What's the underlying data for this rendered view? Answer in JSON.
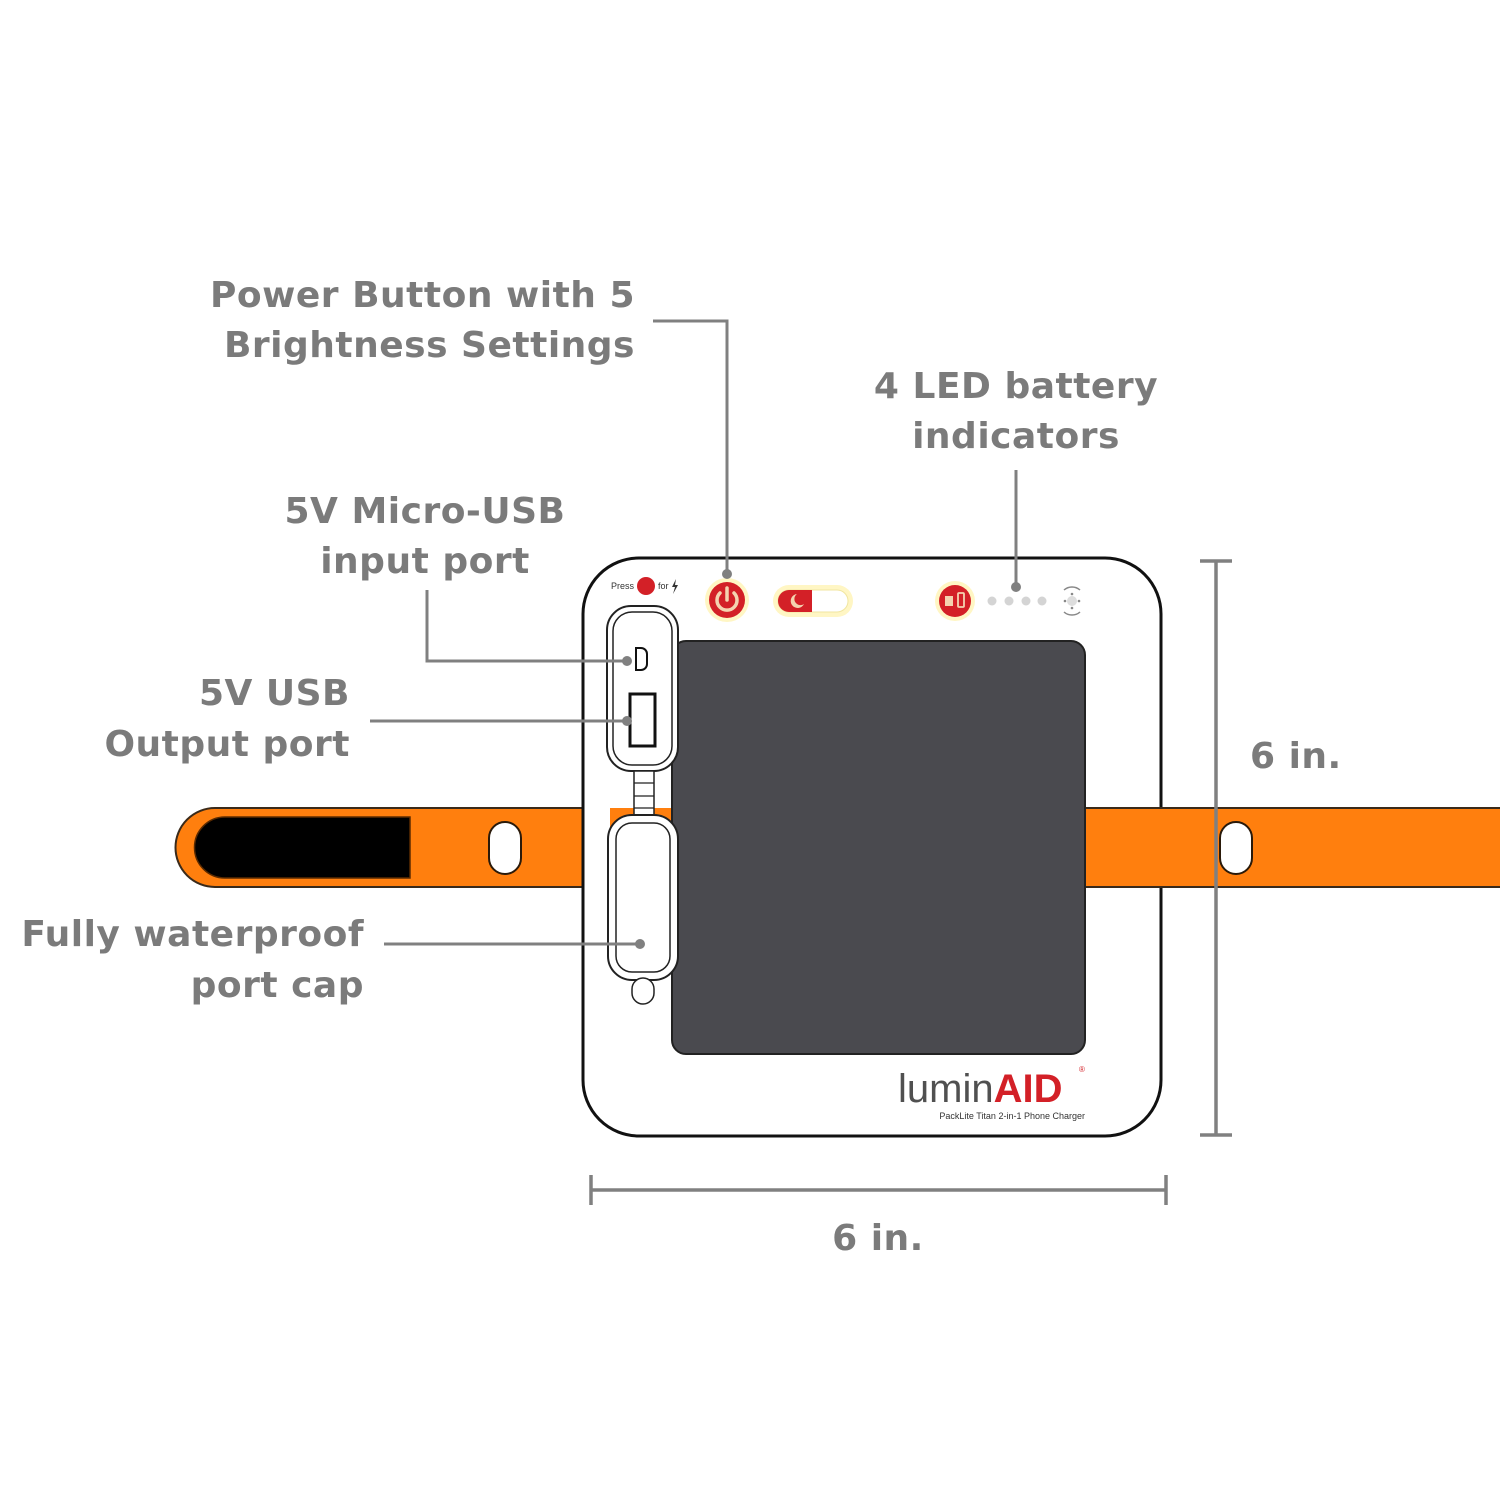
{
  "callouts": {
    "power_button": {
      "line1": "Power Button with 5",
      "line2": "Brightness Settings"
    },
    "battery_leds": {
      "line1": "4 LED battery",
      "line2": "indicators"
    },
    "micro_usb": {
      "line1": "5V Micro-USB",
      "line2": "input port"
    },
    "usb_output": {
      "line1": "5V USB",
      "line2": "Output port"
    },
    "port_cap": {
      "line1": "Fully waterproof",
      "line2": "port cap"
    }
  },
  "dimensions": {
    "height": "6 in.",
    "width": "6 in."
  },
  "device": {
    "brand_light": "lumin",
    "brand_bold": "AID",
    "registered": "®",
    "model": "PackLite Titan 2-in-1 Phone Charger",
    "press_hint_prefix": "Press",
    "press_hint_suffix": "for",
    "battery_led_count": 4
  },
  "colors": {
    "strap": "#ff7f0e",
    "accent_red": "#d32027",
    "label_gray": "#7b7b7b",
    "panel": "#4a4a4f"
  }
}
